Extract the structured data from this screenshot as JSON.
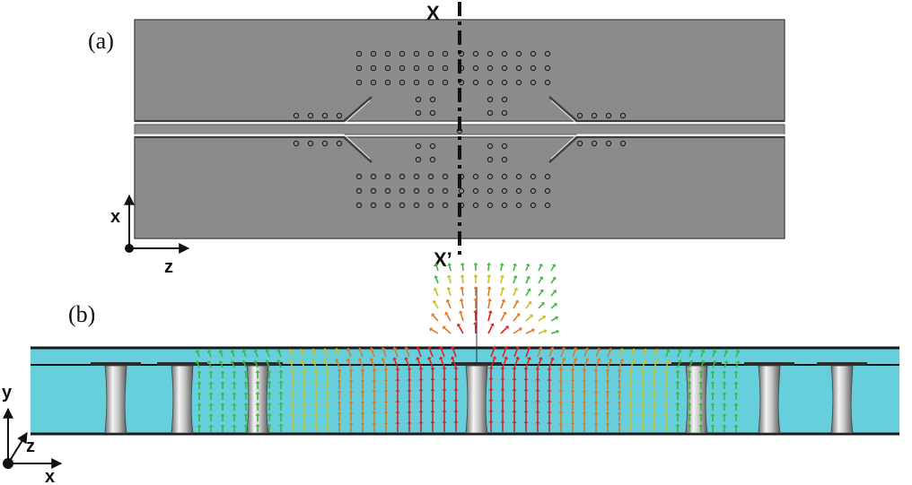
{
  "panel_a": {
    "label": "(a)"
  },
  "panel_b": {
    "label": "(b)"
  },
  "cut_line": {
    "top_label": "X",
    "bottom_label": "X’"
  },
  "axes_a": {
    "vertical": "x",
    "horizontal": "z"
  },
  "axes_b": {
    "vertical": "y",
    "diagonal": "z",
    "horizontal": "x"
  },
  "colors": {
    "board": "#8a8a8a",
    "board_edge": "#4a4a4a",
    "substrate": "#63cfdc",
    "field_strong": "#e02020",
    "field_mid": "#e0a020",
    "field_weak": "#40c040"
  },
  "icons": [
    "via-hole-icon",
    "via-post-icon",
    "field-arrow-icon"
  ]
}
